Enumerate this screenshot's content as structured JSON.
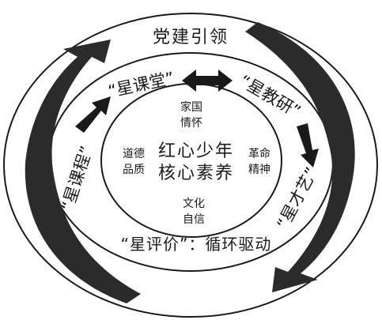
{
  "outer": {
    "title": "党建引领"
  },
  "middle": {
    "stations": [
      {
        "key": "ketang",
        "label": "“星课堂”"
      },
      {
        "key": "jiaoyan",
        "label": "“星教研”"
      },
      {
        "key": "caiyi",
        "label": "“星才艺”"
      },
      {
        "key": "kecheng",
        "label": "“星课程”"
      }
    ],
    "footer": "“星评价”：循环驱动"
  },
  "inner": {
    "core_line1": "红心少年",
    "core_line2": "核心素养",
    "qualities": [
      {
        "key": "top",
        "line1": "家国",
        "line2": "情怀"
      },
      {
        "key": "left",
        "line1": "道德",
        "line2": "品质"
      },
      {
        "key": "right",
        "line1": "革命",
        "line2": "精神"
      },
      {
        "key": "bottom",
        "line1": "文化",
        "line2": "自信"
      }
    ]
  },
  "colors": {
    "ink": "#1a1a1a",
    "arrow": "#2b2b2b",
    "background": "#ffffff"
  }
}
